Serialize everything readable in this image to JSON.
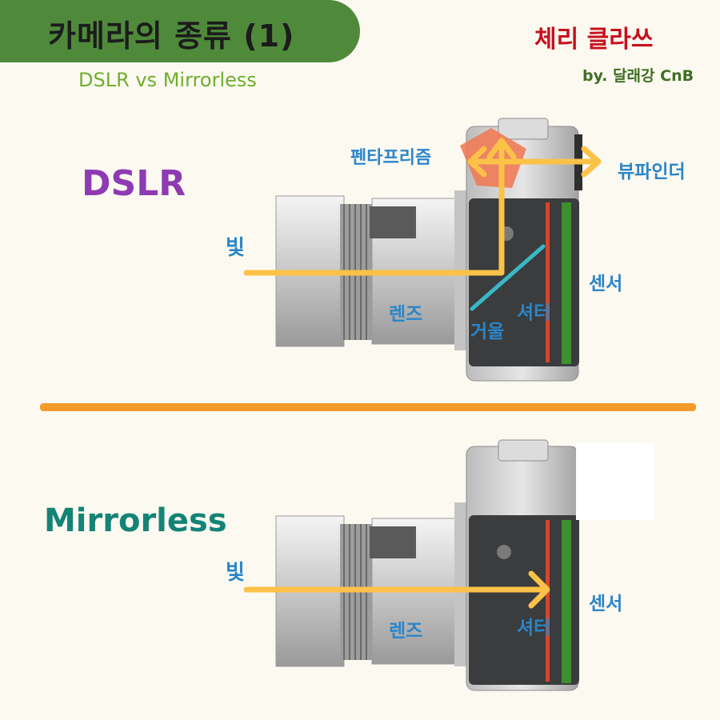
{
  "header": {
    "title": "카메라의 종류 (1)",
    "subtitle": "DSLR vs Mirrorless",
    "brand": "체리 클라쓰",
    "author": "by. 달래강 CnB"
  },
  "dslr": {
    "heading": "DSLR",
    "labels": {
      "light": "빛",
      "lens": "렌즈",
      "mirror": "거울",
      "shutter": "셔터",
      "sensor": "센서",
      "pentaprism": "펜타프리즘",
      "viewfinder": "뷰파인더"
    }
  },
  "mirrorless": {
    "heading": "Mirrorless",
    "labels": {
      "light": "빛",
      "lens": "렌즈",
      "shutter": "셔터",
      "sensor": "센서"
    }
  },
  "colors": {
    "light_path": "#fcc248",
    "mirror": "#3ab8c6",
    "shutter": "#d9452a",
    "sensor": "#3f8f2f",
    "pentaprism": "#ef7b57",
    "divider": "#f59b2a"
  }
}
